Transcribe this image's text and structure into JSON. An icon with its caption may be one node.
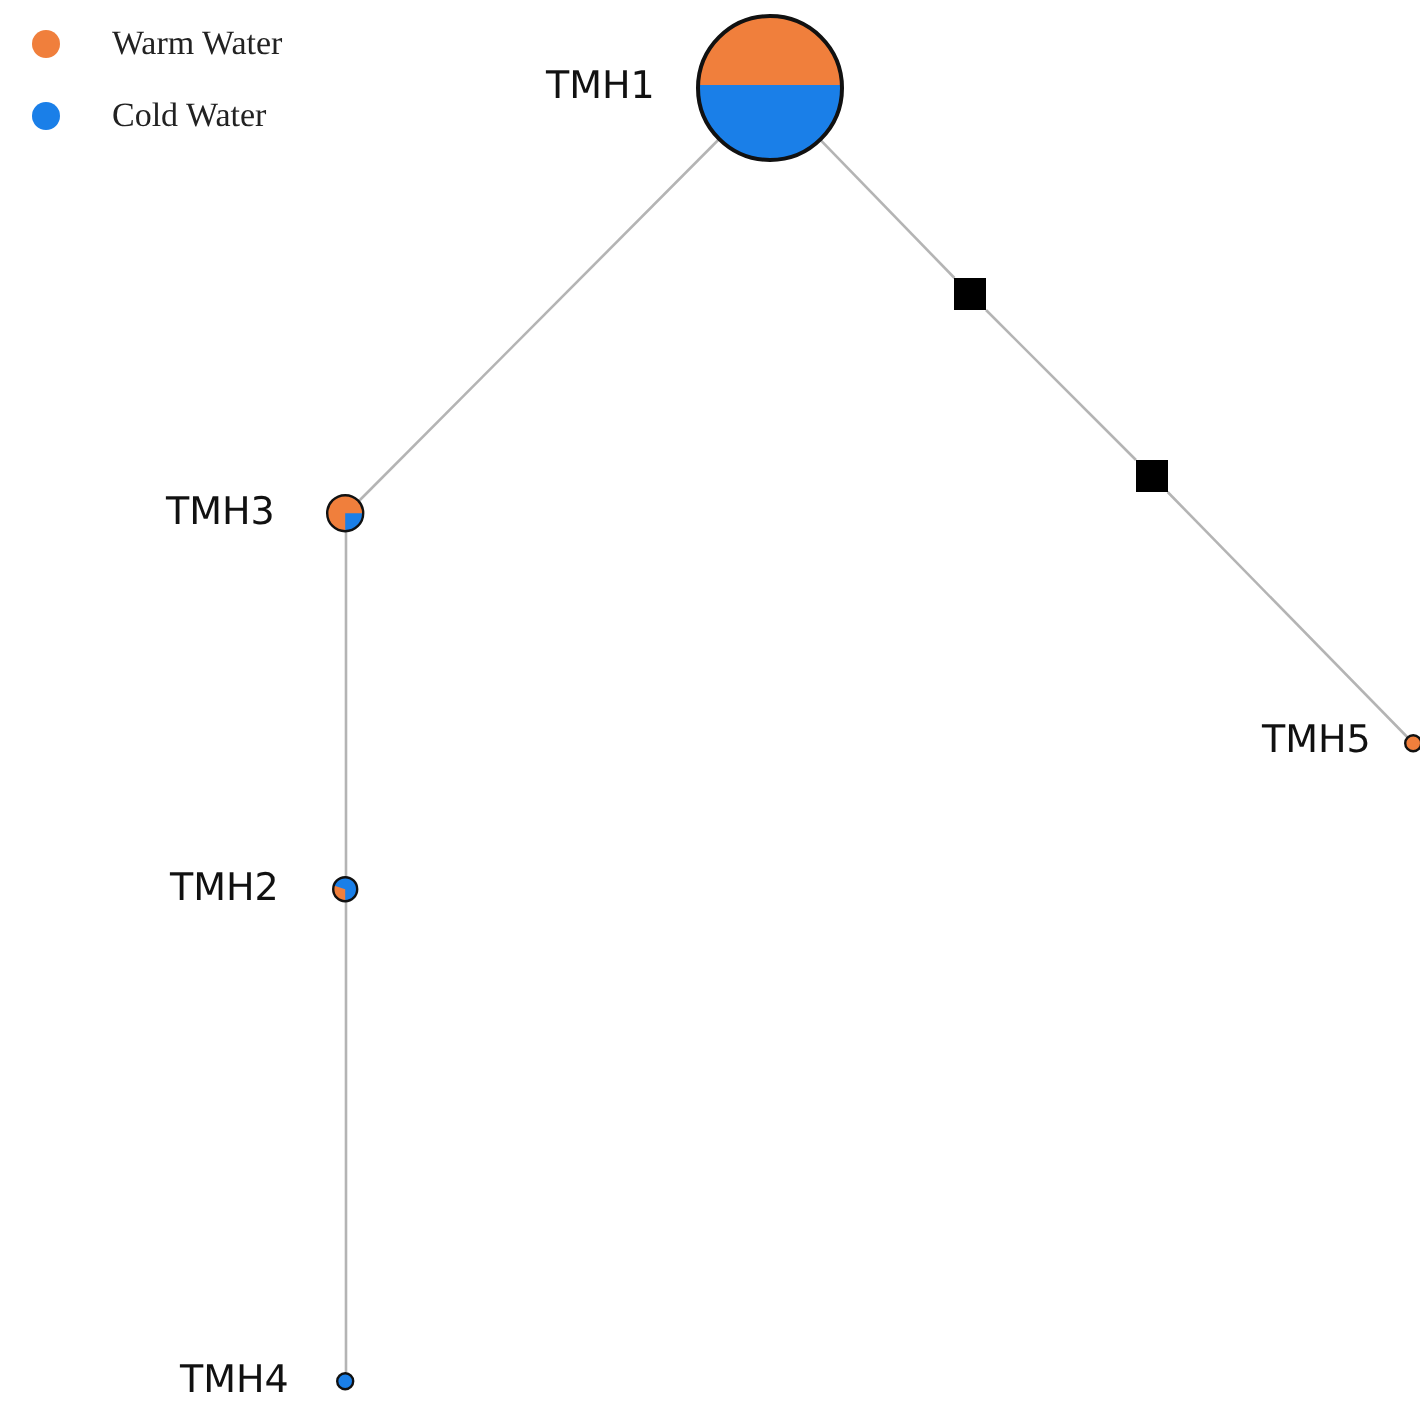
{
  "diagram": {
    "nodes": [
      {
        "text": [
          "TMH1"
        ]
      },
      {
        "text": [
          "TMH3"
        ]
      },
      {
        "text": [
          "TMH2"
        ]
      },
      {
        "text": [
          "TMH4"
        ]
      },
      {
        "text": [],
        "shape": "box"
      },
      {
        "text": [],
        "shape": "box"
      },
      {
        "text": [
          "TMH5"
        ]
      }
    ],
    "edges": [
      {
        "from": 0,
        "to": 1,
        "arrow": "none"
      },
      {
        "from": 1,
        "to": 2,
        "arrow": "none"
      },
      {
        "from": 2,
        "to": 3,
        "arrow": "none"
      },
      {
        "from": 0,
        "to": 4,
        "arrow": "none"
      },
      {
        "from": 4,
        "to": 5,
        "arrow": "none"
      },
      {
        "from": 5,
        "to": 6,
        "arrow": "none"
      }
    ],
    "legend": [
      {
        "text": "Warm Water",
        "color": "#f07f3c"
      },
      {
        "text": "Cold Water",
        "color": "#1a7fe8"
      }
    ]
  }
}
